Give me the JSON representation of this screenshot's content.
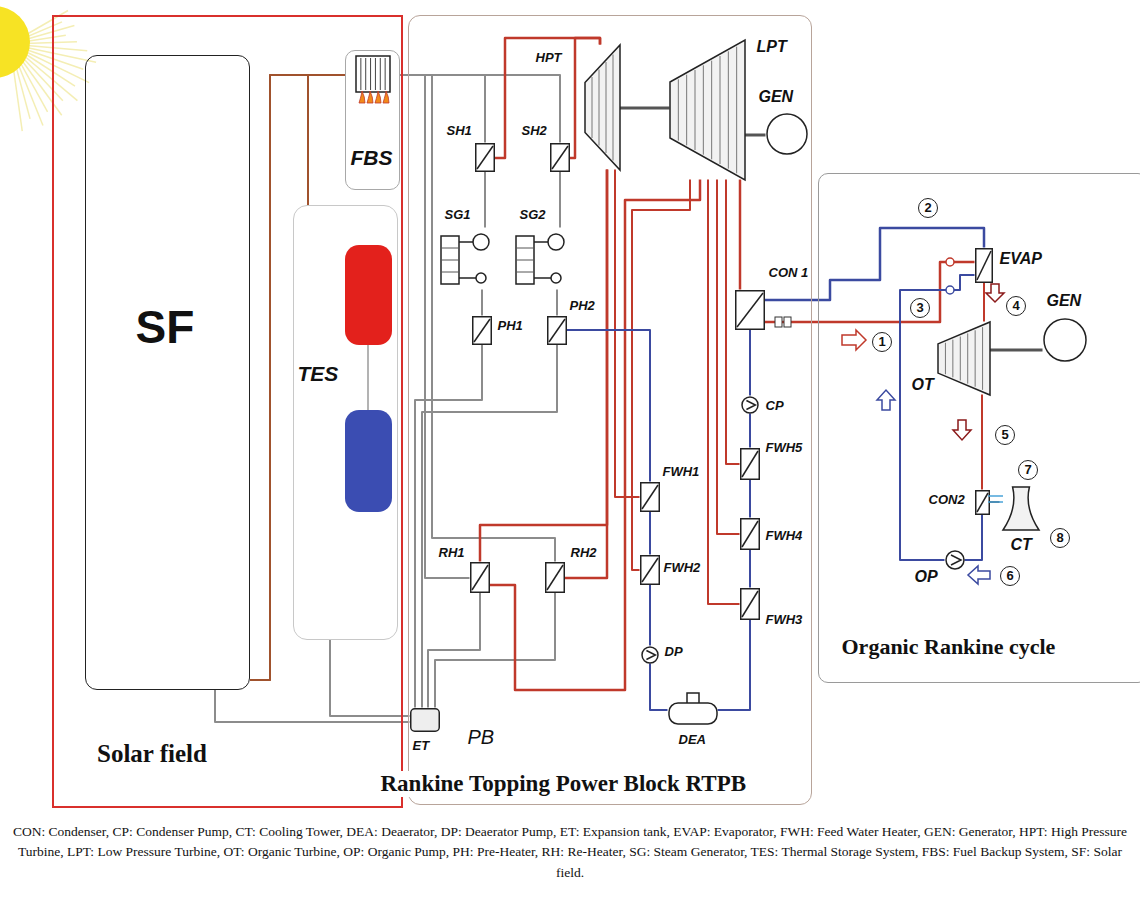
{
  "diagram": {
    "caption": "CON: Condenser, CP: Condenser Pump, CT: Cooling Tower, DEA: Deaerator, DP: Deaerator Pump, ET: Expansion tank, EVAP: Evaporator, FWH: Feed Water Heater, GEN: Generator, HPT: High Pressure Turbine, LPT: Low Pressure Turbine, OT: Organic Turbine, OP: Organic Pump, PH: Pre-Heater, RH: Re-Heater, SG: Steam Generator, TES: Thermal Storage System, FBS: Fuel Backup System, SF: Solar field.",
    "nodes": [
      {
        "text": [
          "Solar field"
        ]
      },
      {
        "text": [
          "SF"
        ],
        "in": 0
      },
      {
        "text": [
          "FBS"
        ],
        "in": 0
      },
      {
        "text": [
          "TES"
        ],
        "in": 0
      },
      {
        "text": [
          "Rankine Topping Power Block RTPB",
          "PB"
        ]
      },
      {
        "text": [
          "SH1"
        ],
        "in": 4
      },
      {
        "text": [
          "SH2"
        ],
        "in": 4
      },
      {
        "text": [
          "HPT"
        ],
        "in": 4
      },
      {
        "text": [
          "LPT"
        ],
        "in": 4
      },
      {
        "text": [
          "GEN"
        ],
        "in": 4
      },
      {
        "text": [
          "SG1"
        ],
        "in": 4
      },
      {
        "text": [
          "SG2"
        ],
        "in": 4
      },
      {
        "text": [
          "CON 1"
        ],
        "in": 4
      },
      {
        "text": [
          "PH1"
        ],
        "in": 4
      },
      {
        "text": [
          "PH2"
        ],
        "in": 4
      },
      {
        "text": [
          "CP"
        ],
        "in": 4
      },
      {
        "text": [
          "FWH5"
        ],
        "in": 4
      },
      {
        "text": [
          "FWH1"
        ],
        "in": 4
      },
      {
        "text": [
          "FWH4"
        ],
        "in": 4
      },
      {
        "text": [
          "FWH2"
        ],
        "in": 4
      },
      {
        "text": [
          "RH1"
        ],
        "in": 4
      },
      {
        "text": [
          "RH2"
        ],
        "in": 4
      },
      {
        "text": [
          "FWH3"
        ],
        "in": 4
      },
      {
        "text": [
          "DP"
        ],
        "in": 4
      },
      {
        "text": [
          "ET"
        ],
        "in": 4
      },
      {
        "text": [
          "DEA"
        ],
        "in": 4
      },
      {
        "text": [
          "Organic Rankine cycle"
        ]
      },
      {
        "text": [
          "EVAP"
        ],
        "in": 26
      },
      {
        "text": [
          "OT"
        ],
        "in": 26
      },
      {
        "text": [
          "GEN"
        ],
        "in": 26
      },
      {
        "text": [
          "CON2"
        ],
        "in": 26
      },
      {
        "text": [
          "CT"
        ],
        "in": 26
      },
      {
        "text": [
          "OP"
        ],
        "in": 26
      }
    ],
    "edges": [
      {
        "from": 1,
        "to": 2,
        "arrow": "none"
      },
      {
        "from": 1,
        "to": 3,
        "arrow": "none"
      },
      {
        "from": 2,
        "to": 5,
        "arrow": "none"
      },
      {
        "from": 2,
        "to": 6,
        "arrow": "none"
      },
      {
        "from": 5,
        "to": 10,
        "arrow": "none"
      },
      {
        "from": 10,
        "to": 13,
        "arrow": "none"
      },
      {
        "from": 6,
        "to": 11,
        "arrow": "none"
      },
      {
        "from": 11,
        "to": 14,
        "arrow": "none"
      },
      {
        "from": 13,
        "to": 24,
        "arrow": "none"
      },
      {
        "from": 14,
        "to": 24,
        "arrow": "none"
      },
      {
        "from": 2,
        "to": 20,
        "arrow": "none"
      },
      {
        "from": 2,
        "to": 21,
        "arrow": "none"
      },
      {
        "from": 20,
        "to": 24,
        "arrow": "none"
      },
      {
        "from": 21,
        "to": 24,
        "arrow": "none"
      },
      {
        "from": 5,
        "to": 7,
        "arrow": "none"
      },
      {
        "from": 6,
        "to": 7,
        "arrow": "none"
      },
      {
        "from": 7,
        "to": 20,
        "arrow": "none"
      },
      {
        "from": 7,
        "to": 21,
        "arrow": "none"
      },
      {
        "from": 20,
        "to": 8,
        "arrow": "none"
      },
      {
        "from": 7,
        "to": 8,
        "arrow": "none"
      },
      {
        "from": 8,
        "to": 9,
        "arrow": "none"
      },
      {
        "from": 8,
        "to": 12,
        "arrow": "none"
      },
      {
        "from": 12,
        "to": 15,
        "arrow": "none"
      },
      {
        "from": 15,
        "to": 16,
        "arrow": "none"
      },
      {
        "from": 16,
        "to": 18,
        "arrow": "none"
      },
      {
        "from": 18,
        "to": 22,
        "arrow": "none"
      },
      {
        "from": 22,
        "to": 25,
        "arrow": "none"
      },
      {
        "from": 8,
        "to": 16,
        "arrow": "none"
      },
      {
        "from": 8,
        "to": 18,
        "arrow": "none"
      },
      {
        "from": 8,
        "to": 22,
        "arrow": "none"
      },
      {
        "from": 7,
        "to": 17,
        "arrow": "none"
      },
      {
        "from": 8,
        "to": 19,
        "arrow": "none"
      },
      {
        "from": 25,
        "to": 23,
        "arrow": "none"
      },
      {
        "from": 23,
        "to": 19,
        "arrow": "none"
      },
      {
        "from": 19,
        "to": 17,
        "arrow": "none"
      },
      {
        "from": 17,
        "to": 14,
        "arrow": "none"
      },
      {
        "from": 12,
        "to": 27,
        "arrow": "none"
      },
      {
        "from": 12,
        "to": 27,
        "arrow": "none"
      },
      {
        "from": 27,
        "to": 28,
        "arrow": "none"
      },
      {
        "from": 28,
        "to": 29,
        "arrow": "none"
      },
      {
        "from": 28,
        "to": 30,
        "arrow": "none"
      },
      {
        "from": 30,
        "to": 32,
        "arrow": "none"
      },
      {
        "from": 32,
        "to": 27,
        "arrow": "none"
      },
      {
        "from": 30,
        "to": 31,
        "arrow": "none"
      },
      {
        "from": 1,
        "to": 24,
        "arrow": "none"
      },
      {
        "from": 3,
        "to": 24,
        "arrow": "none"
      }
    ],
    "labels": [
      "1",
      "2",
      "3",
      "4",
      "5",
      "6",
      "7",
      "8"
    ]
  }
}
